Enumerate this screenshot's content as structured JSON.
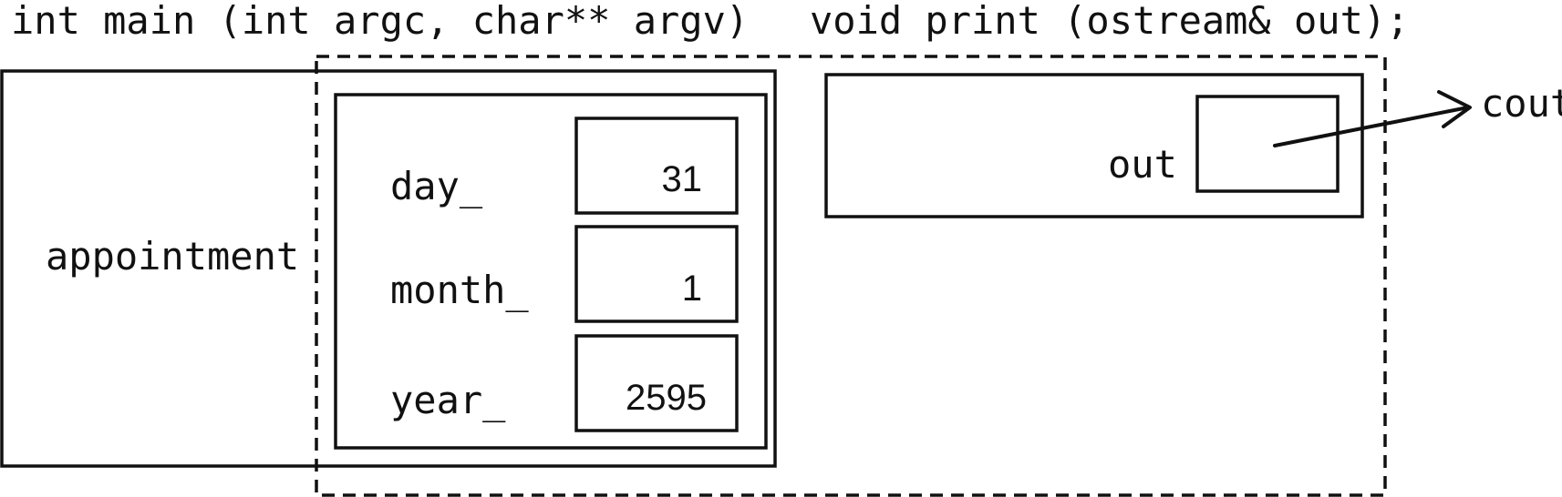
{
  "main_scope": {
    "signature": "int main (int argc, char** argv)",
    "variable_name": "appointment",
    "fields": [
      {
        "name": "day_",
        "value": "31"
      },
      {
        "name": "month_",
        "value": "1"
      },
      {
        "name": "year_",
        "value": "2595"
      }
    ]
  },
  "print_scope": {
    "signature": "void print (ostream& out);",
    "parameter_name": "out",
    "reference_target": "cout"
  }
}
